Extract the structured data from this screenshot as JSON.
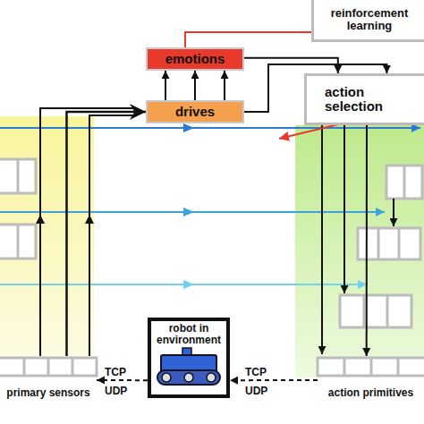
{
  "diagram": {
    "nodes": [
      {
        "text": [
          "reinforcement learning"
        ]
      },
      {
        "text": [
          "emotions"
        ]
      },
      {
        "text": [
          "drives"
        ]
      },
      {
        "text": [
          "action selection"
        ]
      },
      {
        "text": [
          "primary sensors"
        ]
      },
      {
        "text": [
          "action primitives"
        ]
      },
      {
        "text": [
          "robot in environment"
        ]
      }
    ],
    "edges": [
      {
        "from": 0,
        "to": 1,
        "arrow": "none"
      },
      {
        "from": 2,
        "to": 1,
        "arrow": "to"
      },
      {
        "from": 2,
        "to": 1,
        "arrow": "to"
      },
      {
        "from": 2,
        "to": 1,
        "arrow": "to"
      },
      {
        "from": 1,
        "to": 3,
        "arrow": "to"
      },
      {
        "from": 2,
        "to": 3,
        "arrow": "to"
      },
      {
        "from": 3,
        "to": 5,
        "arrow": "to"
      },
      {
        "from": 4,
        "to": 2,
        "arrow": "to"
      },
      {
        "from": 6,
        "to": 4,
        "arrow": "to"
      },
      {
        "from": 5,
        "to": 6,
        "arrow": "to"
      }
    ],
    "labels": [
      "TCP",
      "UDP",
      "TCP",
      "UDP"
    ]
  }
}
